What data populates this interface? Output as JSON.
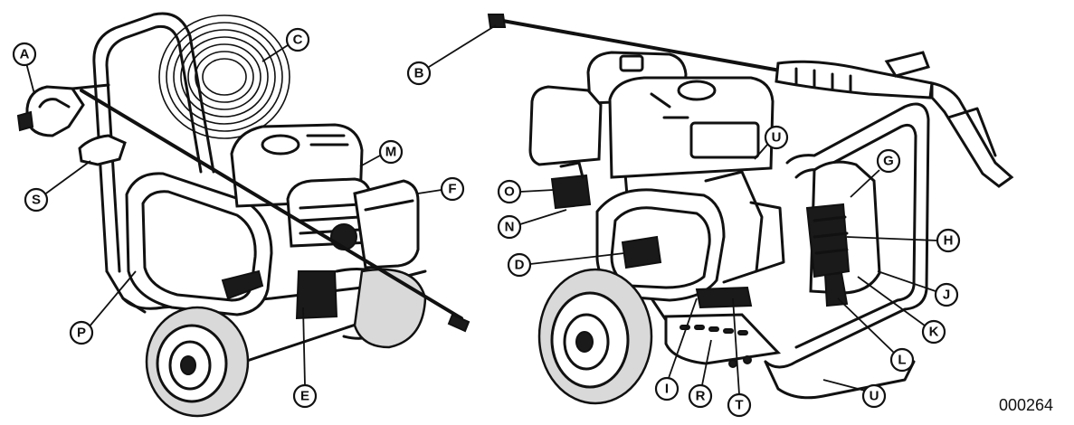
{
  "figure": {
    "code": "000264"
  },
  "callouts": [
    {
      "letter": "A"
    },
    {
      "letter": "S"
    },
    {
      "letter": "C"
    },
    {
      "letter": "M"
    },
    {
      "letter": "F"
    },
    {
      "letter": "P"
    },
    {
      "letter": "E"
    },
    {
      "letter": "B"
    },
    {
      "letter": "U"
    },
    {
      "letter": "O"
    },
    {
      "letter": "N"
    },
    {
      "letter": "D"
    },
    {
      "letter": "G"
    },
    {
      "letter": "H"
    },
    {
      "letter": "J"
    },
    {
      "letter": "K"
    },
    {
      "letter": "L"
    },
    {
      "letter": "I"
    },
    {
      "letter": "R"
    },
    {
      "letter": "T"
    },
    {
      "letter": "U"
    }
  ]
}
